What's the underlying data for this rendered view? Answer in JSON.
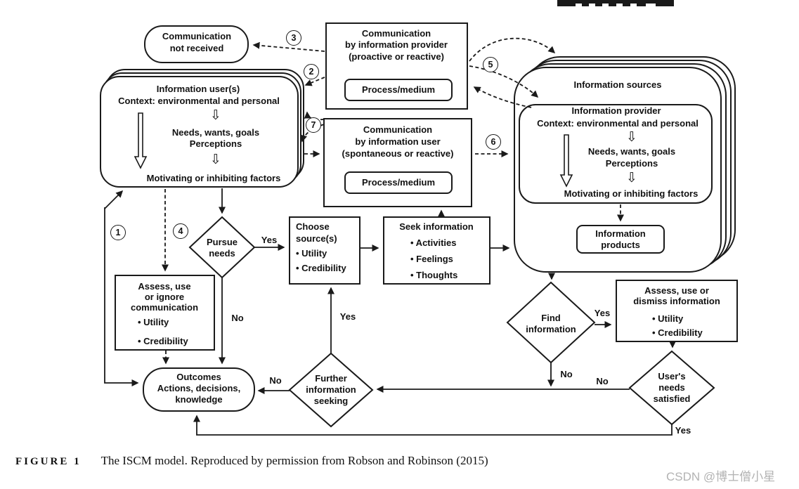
{
  "figure": {
    "caption_label": "FIGURE 1",
    "caption_text": "The ISCM model. Reproduced by permission from Robson and Robinson (2015)"
  },
  "watermark": "CSDN @博士僧小星",
  "icons": {
    "down_arrow": "⇩"
  },
  "markers": {
    "n1": "1",
    "n2": "2",
    "n3": "3",
    "n4": "4",
    "n5": "5",
    "n6": "6",
    "n7": "7"
  },
  "labels": {
    "pursue_yes": "Yes",
    "pursue_no": "No",
    "further_yes": "Yes",
    "further_no": "No",
    "find_yes": "Yes",
    "find_no": "No",
    "satisfied_no": "No",
    "satisfied_yes": "Yes"
  },
  "nodes": {
    "not_received": {
      "line1": "Communication",
      "line2": "not received"
    },
    "info_user": {
      "title": "Information user(s)",
      "context": "Context: environmental and personal",
      "needs": "Needs, wants, goals",
      "perceptions": "Perceptions",
      "factors": "Motivating or inhibiting factors"
    },
    "comm_provider": {
      "line1": "Communication",
      "line2": "by information provider",
      "line3": "(proactive or reactive)",
      "process": "Process/medium"
    },
    "comm_user": {
      "line1": "Communication",
      "line2": "by information user",
      "line3": "(spontaneous or reactive)",
      "process": "Process/medium"
    },
    "sources": {
      "title": "Information sources"
    },
    "info_provider": {
      "title": "Information provider",
      "context": "Context: environmental and personal",
      "needs": "Needs, wants, goals",
      "perceptions": "Perceptions",
      "factors": "Motivating or inhibiting factors"
    },
    "products": {
      "line1": "Information",
      "line2": "products"
    },
    "pursue": {
      "line1": "Pursue",
      "line2": "needs"
    },
    "choose": {
      "line1": "Choose",
      "line2": "source(s)",
      "b1": "• Utility",
      "b2": "• Credibility"
    },
    "seek": {
      "title": "Seek information",
      "b1": "• Activities",
      "b2": "• Feelings",
      "b3": "• Thoughts"
    },
    "assess_comm": {
      "line1": "Assess, use",
      "line2": "or ignore",
      "line3": "communication",
      "b1": "• Utility",
      "b2": "• Credibility"
    },
    "assess_info": {
      "line1": "Assess, use or",
      "line2": "dismiss information",
      "b1": "• Utility",
      "b2": "• Credibility"
    },
    "outcomes": {
      "line1": "Outcomes",
      "line2": "Actions, decisions,",
      "line3": "knowledge"
    },
    "further": {
      "line1": "Further",
      "line2": "information",
      "line3": "seeking"
    },
    "find": {
      "line1": "Find",
      "line2": "information"
    },
    "satisfied": {
      "line1": "User's",
      "line2": "needs",
      "line3": "satisfied"
    }
  }
}
